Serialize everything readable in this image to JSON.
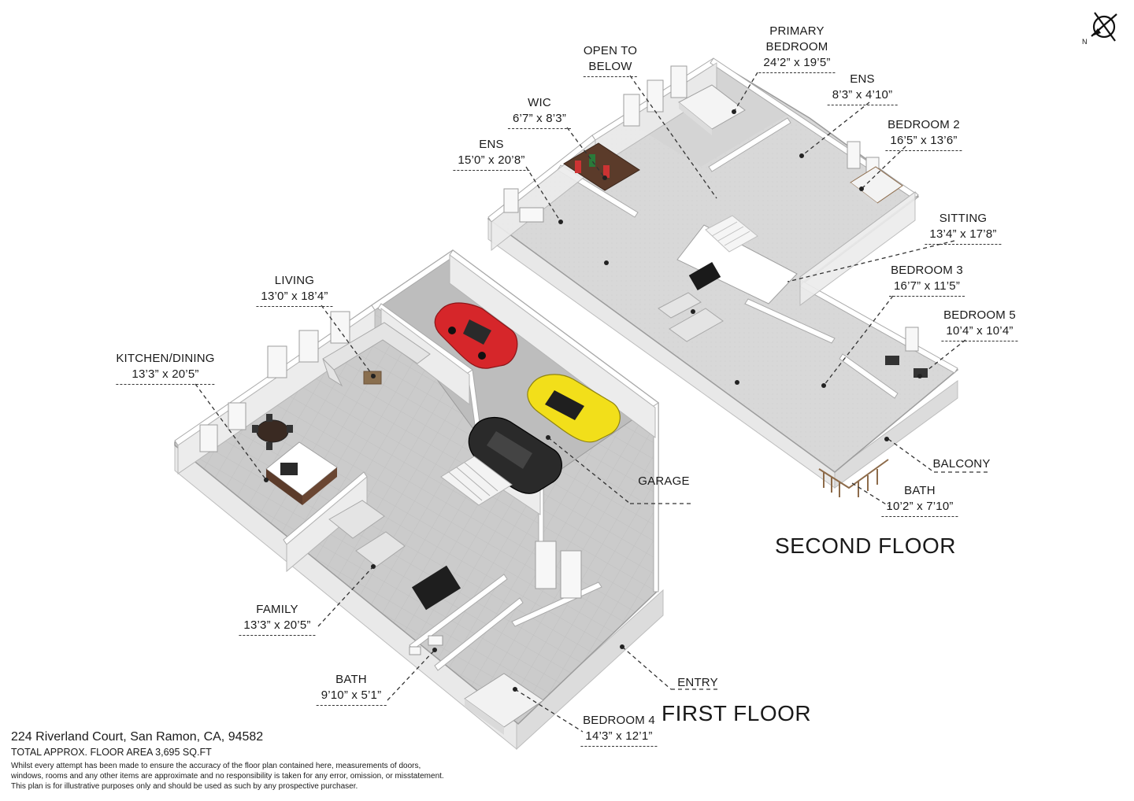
{
  "compass": {
    "north_label": "N"
  },
  "floors": {
    "first": {
      "title": "FIRST FLOOR"
    },
    "second": {
      "title": "SECOND FLOOR"
    }
  },
  "rooms": {
    "primary_bedroom": {
      "name_line1": "PRIMARY",
      "name_line2": "BEDROOM",
      "dims": "24’2” x 19’5”"
    },
    "open_to_below": {
      "name_line1": "OPEN TO",
      "name_line2": "BELOW"
    },
    "ens_upper": {
      "name": "ENS",
      "dims": "8’3” x 4’10”"
    },
    "wic": {
      "name": "WIC",
      "dims": "6’7” x 8’3”"
    },
    "ens_primary": {
      "name": "ENS",
      "dims": "15’0” x 20’8”"
    },
    "bedroom2": {
      "name": "BEDROOM 2",
      "dims": "16’5” x 13’6”"
    },
    "sitting": {
      "name": "SITTING",
      "dims": "13’4” x 17’8”"
    },
    "bedroom3": {
      "name": "BEDROOM 3",
      "dims": "16’7” x 11’5”"
    },
    "bedroom5": {
      "name": "BEDROOM 5",
      "dims": "10’4” x 10’4”"
    },
    "balcony": {
      "name": "BALCONY"
    },
    "bath_upper": {
      "name": "BATH",
      "dims": "10’2” x 7’10”"
    },
    "living": {
      "name": "LIVING",
      "dims": "13’0” x 18’4”"
    },
    "kitchen_dining": {
      "name": "KITCHEN/DINING",
      "dims": "13’3” x 20’5”"
    },
    "garage": {
      "name": "GARAGE"
    },
    "family": {
      "name": "FAMILY",
      "dims": "13’3” x 20’5”"
    },
    "bath_lower": {
      "name": "BATH",
      "dims": "9’10” x 5’1”"
    },
    "entry": {
      "name": "ENTRY"
    },
    "bedroom4": {
      "name": "BEDROOM 4",
      "dims": "14’3” x 12’1”"
    }
  },
  "footer": {
    "address": "224 Riverland Court, San Ramon, CA, 94582",
    "area": "TOTAL APPROX. FLOOR AREA 3,695 SQ.FT",
    "disclaimer_line1": "Whilst every attempt has been made to ensure the accuracy of the floor plan contained here, measurements of doors,",
    "disclaimer_line2": "windows, rooms and any other items are approximate and no responsibility is taken for any error, omission, or misstatement.",
    "disclaimer_line3": "This plan is for illustrative purposes only and should be used as such by any prospective purchaser."
  },
  "colors": {
    "floor": "#cfcfcf",
    "floor_light": "#dadada",
    "wall_top": "#ffffff",
    "wall_side": "#e6e6e6",
    "wall_shadow": "#bdbdbd",
    "car_red": "#d6262a",
    "car_yellow": "#f2df1a",
    "car_black": "#2a2a2a",
    "counter": "#5b3b2a"
  }
}
